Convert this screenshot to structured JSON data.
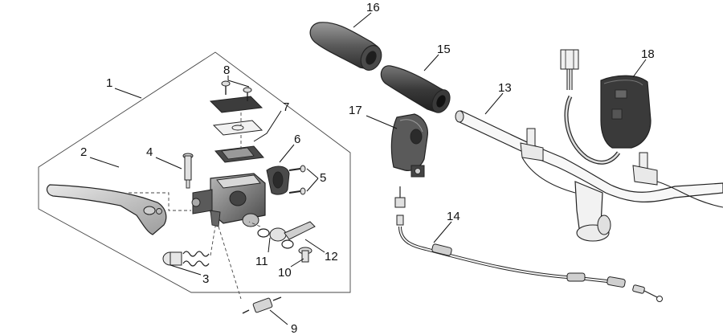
{
  "callouts": [
    {
      "id": "1",
      "label": "1"
    },
    {
      "id": "2",
      "label": "2"
    },
    {
      "id": "3",
      "label": "3"
    },
    {
      "id": "4",
      "label": "4"
    },
    {
      "id": "5",
      "label": "5"
    },
    {
      "id": "6",
      "label": "6"
    },
    {
      "id": "7",
      "label": "7"
    },
    {
      "id": "8",
      "label": "8"
    },
    {
      "id": "9",
      "label": "9"
    },
    {
      "id": "10",
      "label": "10"
    },
    {
      "id": "11",
      "label": "11"
    },
    {
      "id": "12",
      "label": "12"
    },
    {
      "id": "13",
      "label": "13"
    },
    {
      "id": "14",
      "label": "14"
    },
    {
      "id": "15",
      "label": "15"
    },
    {
      "id": "16",
      "label": "16"
    },
    {
      "id": "17",
      "label": "17"
    },
    {
      "id": "18",
      "label": "18"
    }
  ],
  "colors": {
    "line": "#222222",
    "part_dark": "#3a3a3a",
    "part_mid": "#8a8a8a",
    "part_light": "#d4d4d4",
    "background": "#ffffff"
  }
}
